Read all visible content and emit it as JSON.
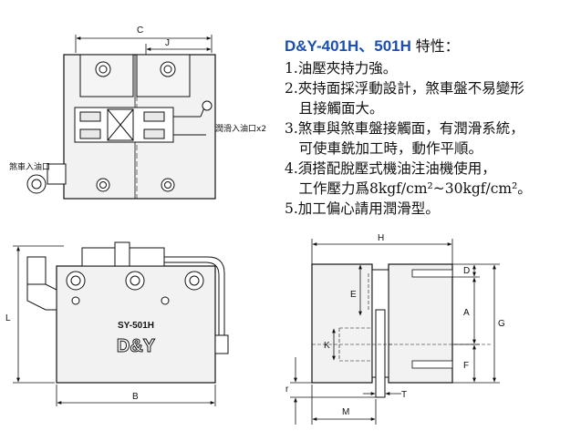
{
  "header": {
    "model": "D&Y-401H、501H",
    "suffix": "特性："
  },
  "features": [
    "1.油壓夾持力強。",
    "2.夾持面採浮動設計，煞車盤不易變形",
    "　且接觸面大。",
    "3.煞車與煞車盤接觸面，有潤滑系統，",
    "　可使車銑加工時，動作平順。",
    "4.須搭配脫壓式機油注油機使用，",
    "　工作壓力爲8kgf/cm²~30kgf/cm²。",
    "5.加工偏心請用潤滑型。"
  ],
  "top_view": {
    "dim_c": "C",
    "dim_j": "J",
    "lube_inlet": "潤滑入油口x2",
    "brake_inlet": "煞車入油口"
  },
  "front_view": {
    "model_text": "SY-501H",
    "brand_text": "D&Y",
    "dim_l": "L",
    "dim_b": "B"
  },
  "side_view": {
    "dim_h": "H",
    "dim_d": "D",
    "dim_e": "E",
    "dim_a": "A",
    "dim_g": "G",
    "dim_k": "K",
    "dim_f": "F",
    "dim_r": "r",
    "dim_t": "T",
    "dim_m": "M"
  },
  "colors": {
    "title_blue": "#1b4fb3",
    "body_fill": "#f2f2f2",
    "line": "#111111"
  }
}
